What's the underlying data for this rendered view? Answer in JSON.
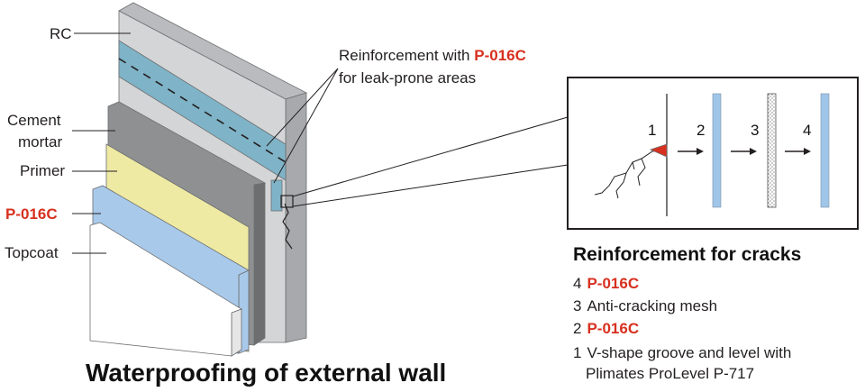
{
  "title": "Waterproofing of external wall",
  "layers": {
    "rc": "RC",
    "cement_line1": "Cement",
    "cement_line2": "mortar",
    "primer": "Primer",
    "membrane": "P-016C",
    "topcoat": "Topcoat"
  },
  "callout": {
    "line1_prefix": "Reinforcement with ",
    "line1_product": "P-016C",
    "line2": "for leak-prone areas"
  },
  "steps": [
    "1",
    "2",
    "3",
    "4"
  ],
  "cracks": {
    "title": "Reinforcement for cracks",
    "items": [
      {
        "num": "4",
        "text": "P-016C",
        "highlight": true
      },
      {
        "num": "3",
        "text": "Anti-cracking mesh",
        "highlight": false
      },
      {
        "num": "2",
        "text": "P-016C",
        "highlight": true
      },
      {
        "num": "1",
        "text": "V-shape groove and level with",
        "text2": "Plimates ProLevel P-717",
        "highlight": false
      }
    ]
  },
  "colors": {
    "rc_front": "#d4d5d7",
    "rc_top": "#b9bbbe",
    "rc_side": "#a7a9ac",
    "band": "#7fb3c7",
    "cement_front": "#8f9092",
    "cement_side": "#6d6e70",
    "primer": "#eeeaa3",
    "membrane": "#a8c9ea",
    "topcoat": "#ffffff",
    "accent": "#d7301f",
    "strip": "#9fc5e8"
  }
}
